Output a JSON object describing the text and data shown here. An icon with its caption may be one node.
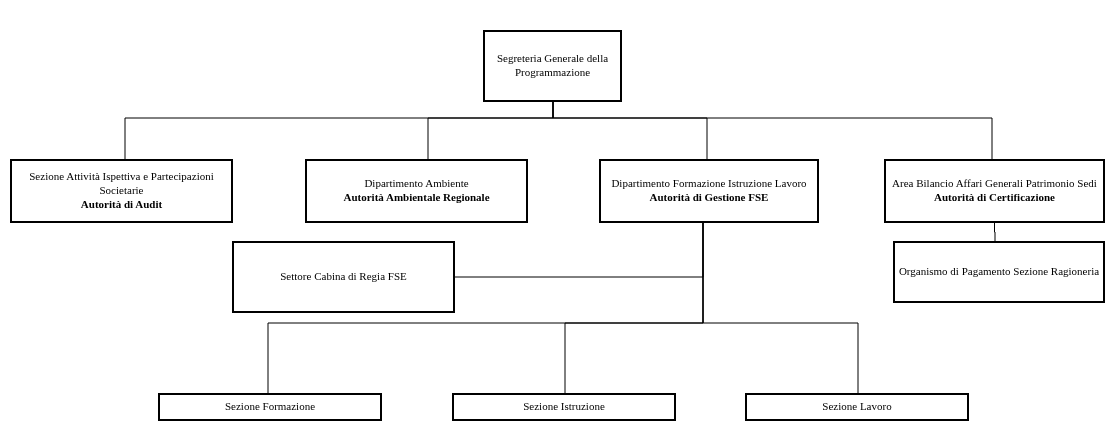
{
  "diagram": {
    "nodes": [
      {
        "text": [
          "Segreteria Generale della Programmazione"
        ]
      },
      {
        "text": [
          "Sezione Attività Ispettiva e Partecipazioni Societarie",
          "Autorità di Audit"
        ]
      },
      {
        "text": [
          "Dipartimento Ambiente",
          "Autorità Ambientale Regionale"
        ]
      },
      {
        "text": [
          "Dipartimento Formazione Istruzione Lavoro",
          "Autorità di Gestione FSE"
        ]
      },
      {
        "text": [
          "Area Bilancio Affari Generali Patrimonio Sedi",
          "Autorità di Certificazione"
        ]
      },
      {
        "text": [
          "Settore Cabina di Regia FSE"
        ]
      },
      {
        "text": [
          "Organismo di Pagamento Sezione Ragioneria"
        ]
      },
      {
        "text": [
          "Sezione Formazione"
        ]
      },
      {
        "text": [
          "Sezione Istruzione"
        ]
      },
      {
        "text": [
          "Sezione Lavoro"
        ]
      }
    ],
    "edges": [
      {
        "from": 0,
        "to": 1,
        "arrow": "none"
      },
      {
        "from": 0,
        "to": 2,
        "arrow": "none"
      },
      {
        "from": 0,
        "to": 3,
        "arrow": "none"
      },
      {
        "from": 0,
        "to": 4,
        "arrow": "none"
      },
      {
        "from": 3,
        "to": 5,
        "arrow": "none"
      },
      {
        "from": 4,
        "to": 6,
        "arrow": "none"
      },
      {
        "from": 3,
        "to": 7,
        "arrow": "none"
      },
      {
        "from": 3,
        "to": 8,
        "arrow": "none"
      },
      {
        "from": 3,
        "to": 9,
        "arrow": "none"
      }
    ]
  }
}
